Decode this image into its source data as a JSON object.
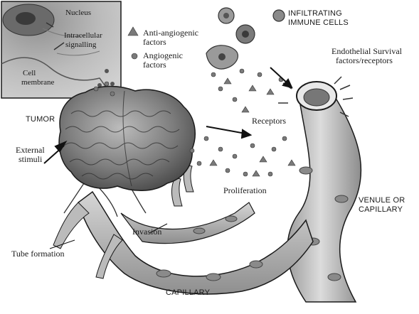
{
  "diagram": {
    "inset": {
      "nucleus": "Nucleus",
      "intracellular_1": "Intracellular",
      "intracellular_2": "signalling",
      "cell_1": "Cell",
      "cell_2": "membrane"
    },
    "legend": {
      "anti_1": "Anti-angiogenic",
      "anti_2": "factors",
      "angio_1": "Angiogenic",
      "angio_2": "factors"
    },
    "immune_1": "INFILTRATING",
    "immune_2": "IMMUNE CELLS",
    "endo_1": "Endothelial Survival",
    "endo_2": "factors/receptors",
    "tumor": "TUMOR",
    "external_1": "External",
    "external_2": "stimuli",
    "receptors": "Receptors",
    "proliferation": "Proliferation",
    "venule_1": "VENULE OR",
    "venule_2": "CAPILLARY",
    "invasion": "Invasion",
    "tube_formation": "Tube formation",
    "capillary": "CAPILLARY"
  },
  "colors": {
    "ink": "#1a1a1a",
    "vessel_fill": "#c9c9c9",
    "vessel_shade": "#9a9a9a",
    "tumor_fill": "#8a8a8a",
    "inset_bg": "#b5b5b5",
    "background": "#ffffff"
  }
}
